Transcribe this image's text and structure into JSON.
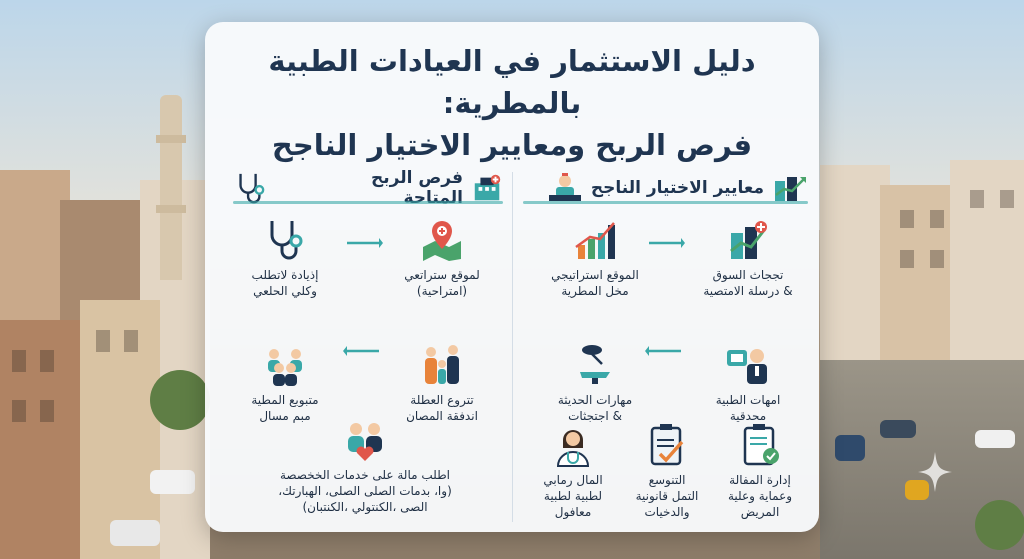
{
  "title": {
    "line1": "دليل الاستثمار في العيادات الطبية بالمطرية:",
    "line2": "فرص الربح ومعايير الاختيار الناجح"
  },
  "sections": {
    "criteria": {
      "heading": "معايير الاختيار الناجح",
      "items": [
        {
          "text": "تججاث السوق\n& درسلة الامتصية",
          "icon": "city-growth-icon"
        },
        {
          "text": "الموقع استراتيجي\nمخل المطرية",
          "icon": "growth-chart-icon"
        },
        {
          "text": "امهات الطبية\nمحدقية",
          "icon": "doctor-equipment-icon"
        },
        {
          "text": "مهارات الحديثة\n& اجتجثات",
          "icon": "dental-chair-icon"
        },
        {
          "text": "إدارة المفالة\nوعماية وعلية\nالمريض",
          "icon": "clipboard-check-icon"
        },
        {
          "text": "التنوسع\nالتمل قانونية\nوالدخيات",
          "icon": "checklist-icon"
        },
        {
          "text": "المال رمابي\nلطبية لطبية\nمعافول",
          "icon": "female-doctor-icon"
        }
      ]
    },
    "profit": {
      "heading": "فرص الربح المتاحة",
      "items": [
        {
          "text": "لموقع ستراتعي\n(امتراحية)",
          "icon": "map-pin-icon"
        },
        {
          "text": "إذيادة لاتطلب\nوكلي الحلعي",
          "icon": "stethoscope-icon"
        },
        {
          "text": "تتروع العطلة\nاندفقة المصان",
          "icon": "family-icon"
        },
        {
          "text": "متبوبع المطية\nمبم مسال",
          "icon": "team-icon"
        },
        {
          "text": "اطلب مالة على خدمات الخخصصة\n(وا، بدمات الصلى الصلى، الهبارتك،\nالصى ،الكنتولي ،الكنتبان)",
          "icon": "couple-heart-icon"
        }
      ]
    }
  },
  "colors": {
    "navy": "#1f3551",
    "teal": "#3aa8a8",
    "orange": "#e8833a",
    "green": "#4aa36b",
    "red": "#e0574b"
  }
}
